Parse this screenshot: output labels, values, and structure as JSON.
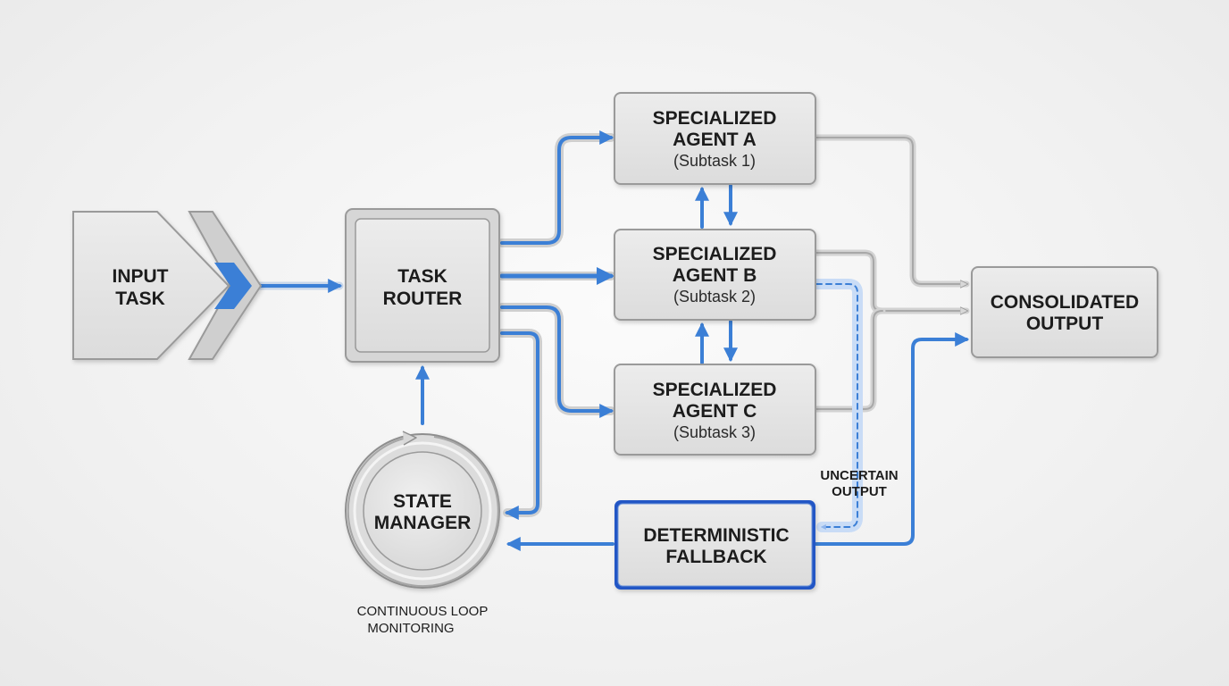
{
  "nodes": {
    "input": {
      "line1": "INPUT",
      "line2": "TASK"
    },
    "router": {
      "line1": "TASK",
      "line2": "ROUTER"
    },
    "agent_a": {
      "line1": "SPECIALIZED",
      "line2": "AGENT A",
      "sub": "(Subtask 1)"
    },
    "agent_b": {
      "line1": "SPECIALIZED",
      "line2": "AGENT B",
      "sub": "(Subtask 2)"
    },
    "agent_c": {
      "line1": "SPECIALIZED",
      "line2": "AGENT C",
      "sub": "(Subtask 3)"
    },
    "output": {
      "line1": "CONSOLIDATED",
      "line2": "OUTPUT"
    },
    "state": {
      "line1": "STATE",
      "line2": "MANAGER",
      "caption1": "CONTINUOUS LOOP",
      "caption2": "MONITORING"
    },
    "fallback": {
      "line1": "DETERMINISTIC",
      "line2": "FALLBACK"
    }
  },
  "labels": {
    "uncertain1": "UNCERTAIN",
    "uncertain2": "OUTPUT"
  },
  "colors": {
    "blue": "#3b7fd6",
    "gray_line": "#b4b4b4",
    "box_fill": "#e4e4e4",
    "box_stroke": "#9a9a9a",
    "fallback_stroke": "#2457c5"
  }
}
